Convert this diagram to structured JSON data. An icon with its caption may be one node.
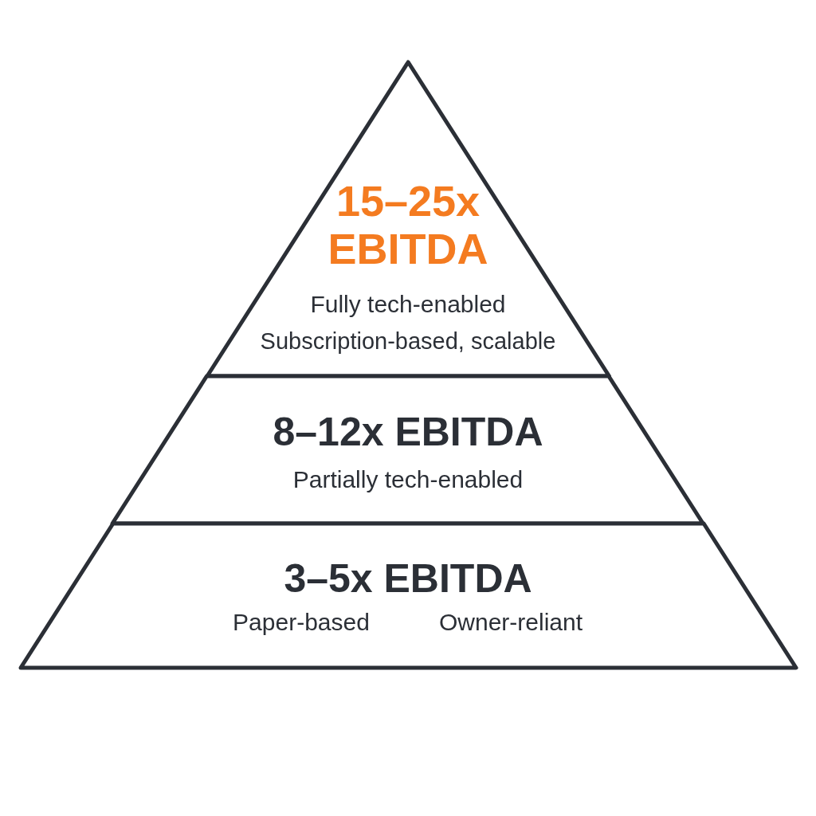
{
  "diagram": {
    "nodes": [
      {
        "text": [
          "15–25x EBITDA",
          "Fully tech-enabled",
          "Subscription-based, scalable"
        ]
      },
      {
        "text": [
          "8–12x EBITDA",
          "Partially tech-enabled"
        ]
      },
      {
        "text": [
          "3–5x EBITDA",
          "Paper-based",
          "Owner-reliant"
        ]
      }
    ]
  }
}
